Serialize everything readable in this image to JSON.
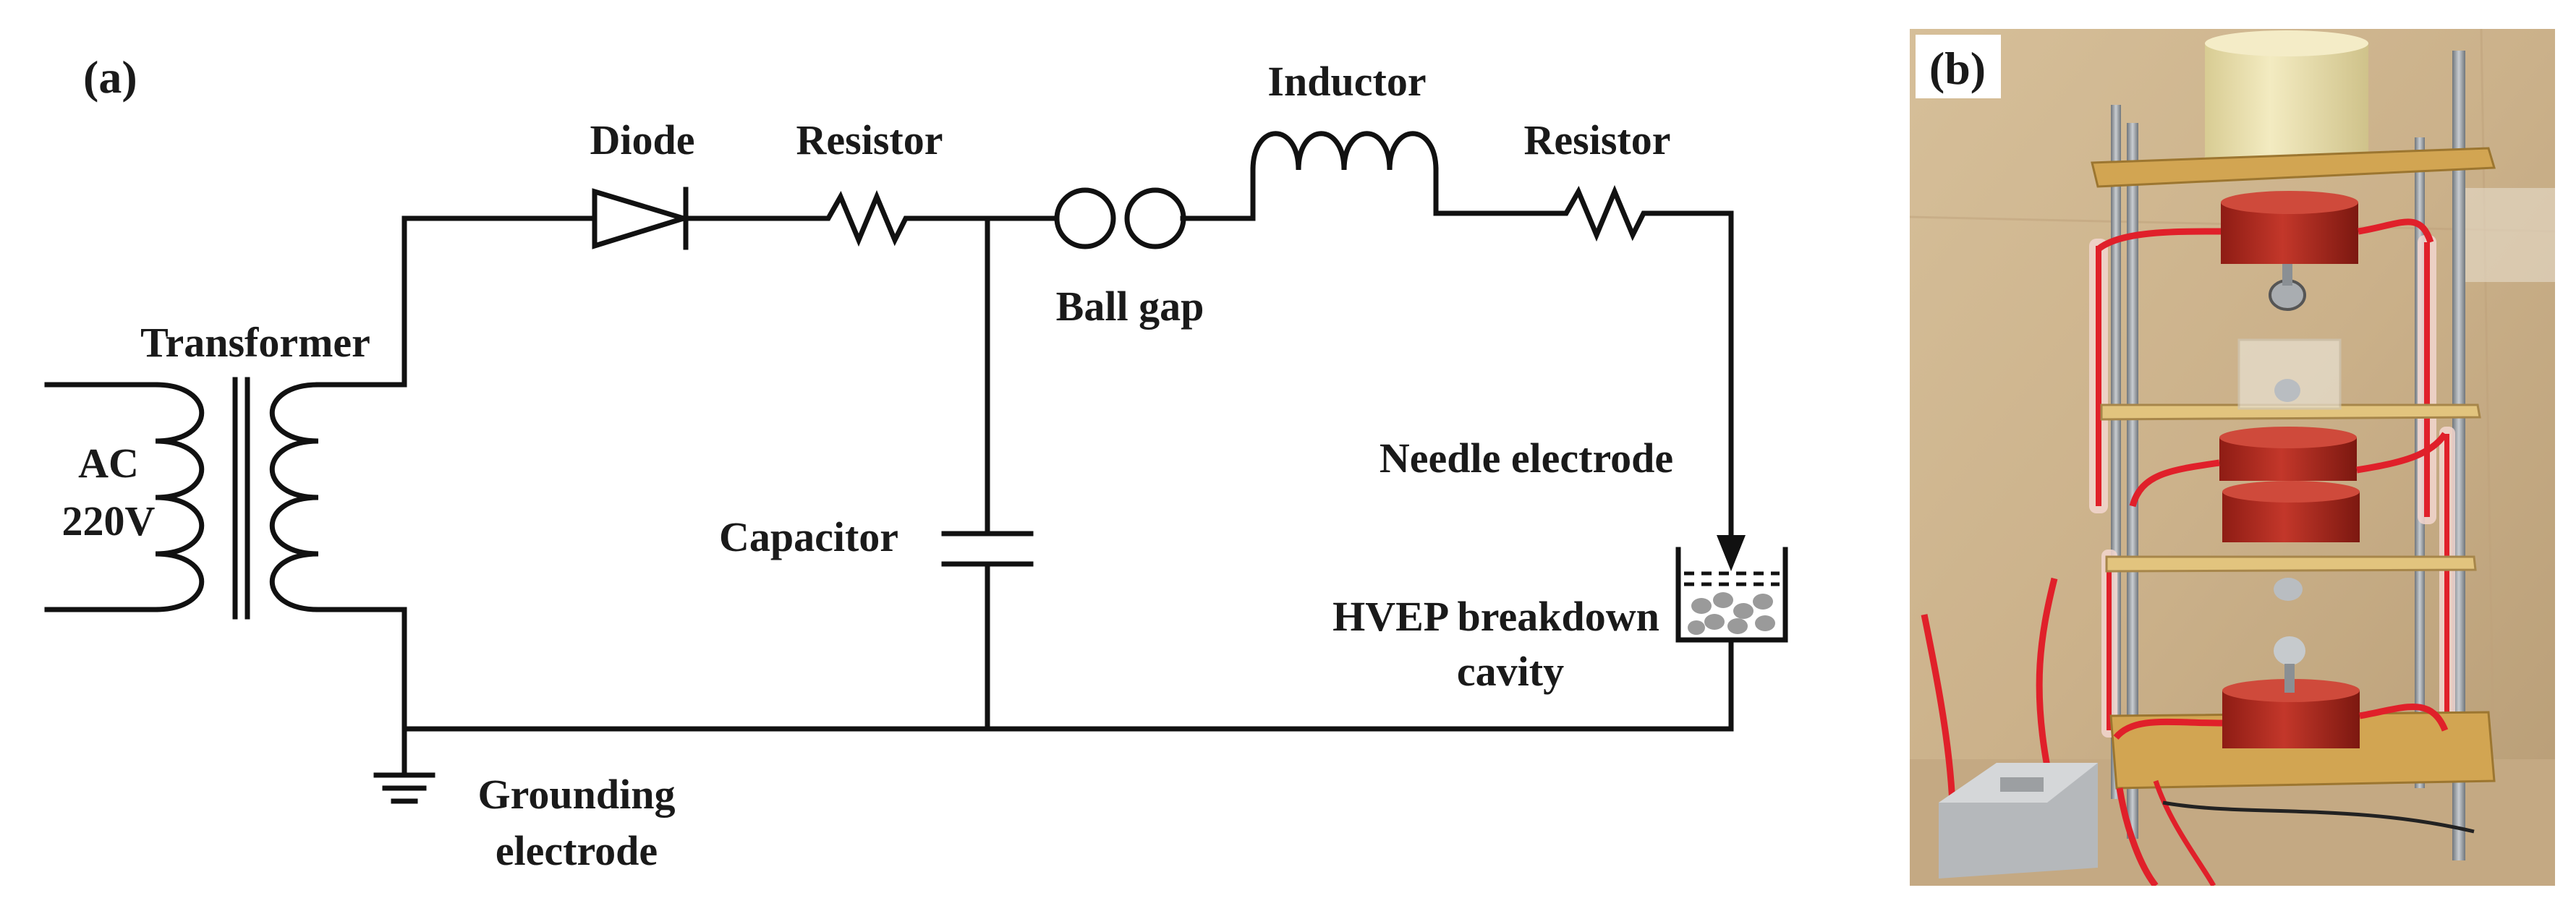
{
  "panel_a": {
    "tag": "(a)",
    "labels": {
      "diode": "Diode",
      "resistor_1": "Resistor",
      "inductor": "Inductor",
      "resistor_2": "Resistor",
      "ball_gap": "Ball gap",
      "transformer": "Transformer",
      "ac_line1": "AC",
      "ac_line2": "220V",
      "needle_electrode": "Needle electrode",
      "capacitor": "Capacitor",
      "hvep_line1": "HVEP breakdown",
      "hvep_line2": "cavity",
      "ground_line1": "Grounding",
      "ground_line2": "electrode"
    }
  },
  "panel_b": {
    "tag": "(b)",
    "colors": {
      "background": "#cdb48f",
      "board": "#d2a552",
      "capacitor": "#b1271c",
      "top_cylinder": "#ecdfa8",
      "cable": "#e0202a",
      "rod": "#9aa0a6",
      "box": "#b5b8bb"
    }
  }
}
